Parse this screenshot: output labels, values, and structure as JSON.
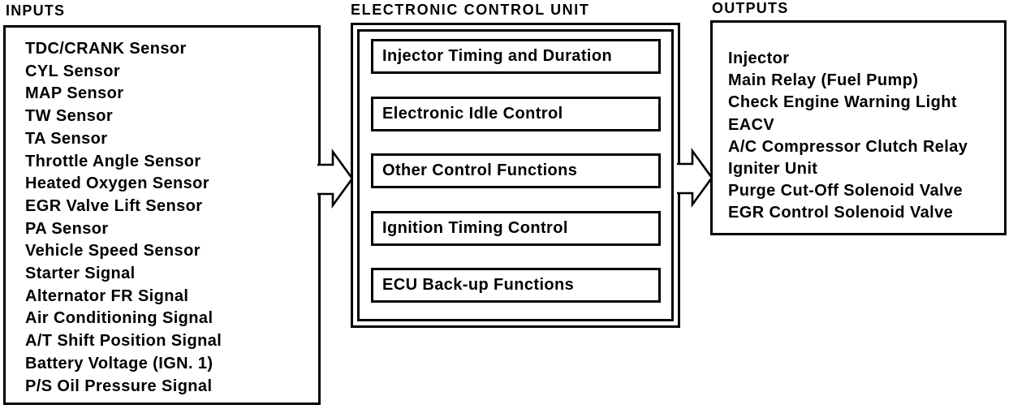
{
  "diagram": {
    "colors": {
      "ink": "#000000",
      "paper": "#ffffff"
    },
    "inputs": {
      "title": "INPUTS",
      "items": [
        "TDC/CRANK Sensor",
        "CYL Sensor",
        "MAP Sensor",
        "TW Sensor",
        "TA Sensor",
        "Throttle Angle Sensor",
        "Heated Oxygen Sensor",
        "EGR Valve Lift Sensor",
        "PA Sensor",
        "Vehicle Speed Sensor",
        "Starter Signal",
        "Alternator FR Signal",
        "Air Conditioning Signal",
        "A/T Shift Position Signal",
        "Battery Voltage (IGN. 1)",
        "P/S Oil Pressure Signal"
      ]
    },
    "ecu": {
      "title": "ELECTRONIC CONTROL UNIT",
      "functions": [
        "Injector Timing and Duration",
        "Electronic Idle Control",
        "Other Control Functions",
        "Ignition Timing Control",
        "ECU Back-up Functions"
      ]
    },
    "outputs": {
      "title": "OUTPUTS",
      "items": [
        "Injector",
        "Main Relay (Fuel Pump)",
        "Check Engine Warning Light",
        "EACV",
        "A/C Compressor Clutch Relay",
        "Igniter Unit",
        "Purge Cut-Off Solenoid Valve",
        "EGR Control Solenoid Valve"
      ]
    },
    "arrows": {
      "input_to_ecu": "block-arrow-right",
      "ecu_to_output": "block-arrow-right"
    }
  }
}
